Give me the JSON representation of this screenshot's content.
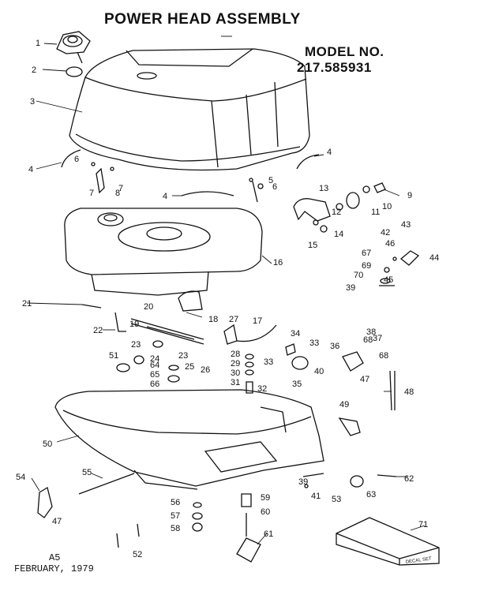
{
  "title": "POWER HEAD ASSEMBLY",
  "model_label": "MODEL NO.",
  "model_number": "217.585931",
  "footer": {
    "code": "A5",
    "date": "FEBRUARY, 1979"
  },
  "decal_text": "DECAL SET",
  "part_numbers": [
    "1",
    "2",
    "3",
    "4",
    "4",
    "4",
    "5",
    "6",
    "6",
    "7",
    "7",
    "8",
    "9",
    "10",
    "11",
    "12",
    "13",
    "14",
    "15",
    "16",
    "17",
    "18",
    "19",
    "20",
    "21",
    "22",
    "23",
    "23",
    "24",
    "25",
    "26",
    "27",
    "28",
    "29",
    "30",
    "31",
    "32",
    "33",
    "33",
    "34",
    "35",
    "36",
    "37",
    "38",
    "39",
    "39",
    "40",
    "41",
    "42",
    "43",
    "44",
    "45",
    "46",
    "47",
    "47",
    "48",
    "49",
    "50",
    "51",
    "52",
    "53",
    "54",
    "55",
    "56",
    "57",
    "58",
    "59",
    "60",
    "61",
    "62",
    "63",
    "64",
    "65",
    "66",
    "67",
    "68",
    "68",
    "69",
    "70",
    "71"
  ],
  "colors": {
    "ink": "#111111",
    "paper": "#ffffff"
  }
}
